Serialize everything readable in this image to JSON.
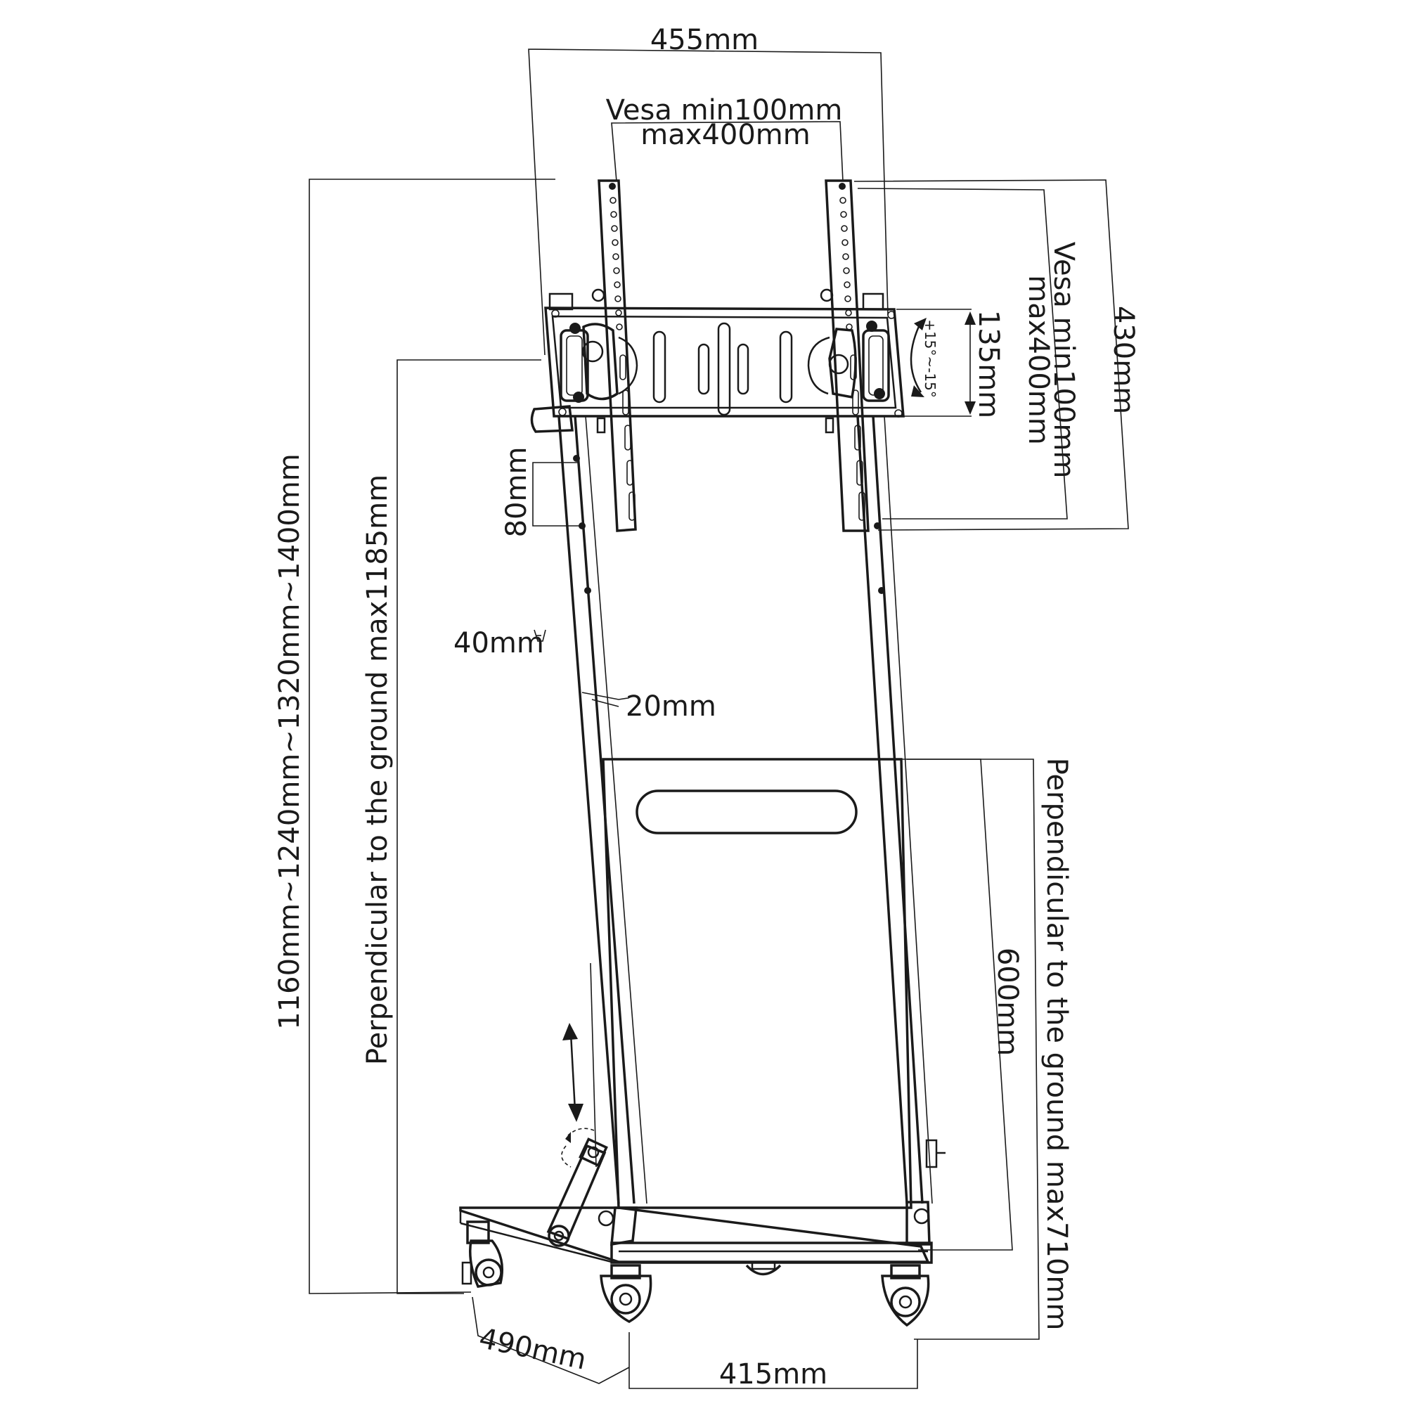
{
  "dimensions": {
    "mount_width": "455mm",
    "vesa_h_line1": "Vesa min100mm",
    "vesa_h_line2": "max400mm",
    "vesa_v_line1": "Vesa min100mm",
    "vesa_v_line2": "max400mm",
    "mount_height": "430mm",
    "tilt_angle": "+15°~-15°",
    "bracket_height": "135mm",
    "hole_spacing": "80mm",
    "total_height": "1160mm~1240mm~1320mm~1400mm",
    "ground_to_top_shelf": "Perpendicular to the ground max1185mm",
    "post_width": "40mm",
    "post_depth": "20mm",
    "shelf_height": "600mm",
    "ground_to_bottom_shelf": "Perpendicular to the ground max710mm",
    "base_depth": "490mm",
    "base_width": "415mm"
  },
  "colors": {
    "line": "#1a1a1a",
    "background": "#ffffff"
  },
  "icons": [
    "height-adjust-arrow-icon",
    "rotation-knob-icon",
    "tilt-arc-icon"
  ]
}
